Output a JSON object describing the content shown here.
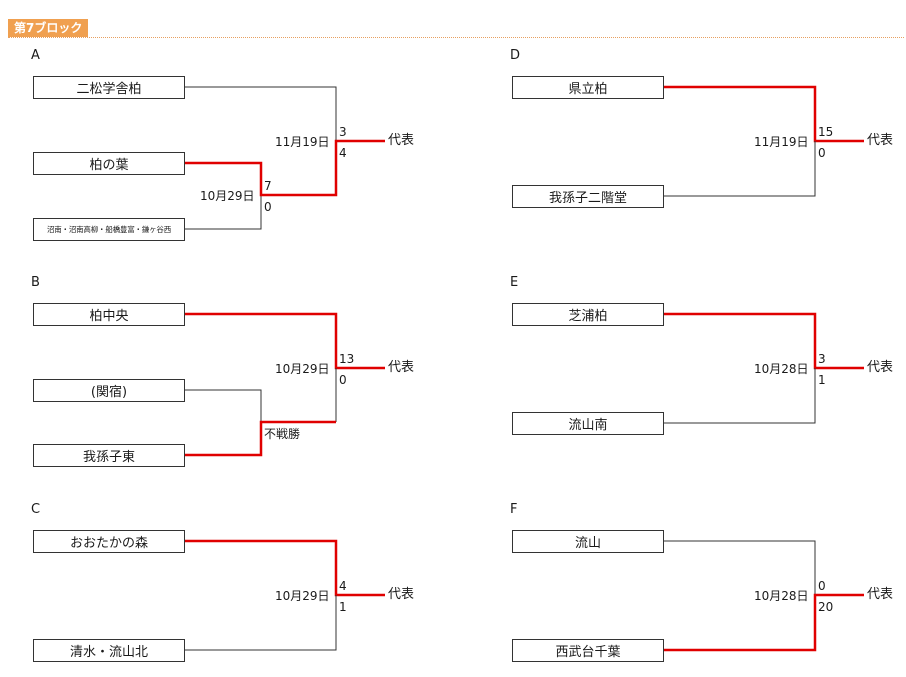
{
  "block_title": "第7ブロック",
  "sections": [
    {
      "id": "A",
      "letter": "A",
      "teams": [
        "二松学舎柏",
        "柏の葉",
        "沼南・沼南高柳・船橋豊富・鎌ヶ谷西"
      ],
      "semi": {
        "date": "10月29日",
        "score_top": "7",
        "score_bottom": "0"
      },
      "final": {
        "date": "11月19日",
        "score_top": "3",
        "score_bottom": "4"
      },
      "rep_label": "代表"
    },
    {
      "id": "B",
      "letter": "B",
      "teams": [
        "柏中央",
        "(関宿)",
        "我孫子東"
      ],
      "semi": {
        "note": "不戦勝"
      },
      "final": {
        "date": "10月29日",
        "score_top": "13",
        "score_bottom": "0"
      },
      "rep_label": "代表"
    },
    {
      "id": "C",
      "letter": "C",
      "teams": [
        "おおたかの森",
        "清水・流山北"
      ],
      "final": {
        "date": "10月29日",
        "score_top": "4",
        "score_bottom": "1"
      },
      "rep_label": "代表"
    },
    {
      "id": "D",
      "letter": "D",
      "teams": [
        "県立柏",
        "我孫子二階堂"
      ],
      "final": {
        "date": "11月19日",
        "score_top": "15",
        "score_bottom": "0"
      },
      "rep_label": "代表"
    },
    {
      "id": "E",
      "letter": "E",
      "teams": [
        "芝浦柏",
        "流山南"
      ],
      "final": {
        "date": "10月28日",
        "score_top": "3",
        "score_bottom": "1"
      },
      "rep_label": "代表"
    },
    {
      "id": "F",
      "letter": "F",
      "teams": [
        "流山",
        "西武台千葉"
      ],
      "final": {
        "date": "10月28日",
        "score_top": "0",
        "score_bottom": "20"
      },
      "rep_label": "代表"
    }
  ],
  "colors": {
    "winner_line": "#e00000",
    "line": "#333333",
    "header_tag": "#f0a050"
  }
}
